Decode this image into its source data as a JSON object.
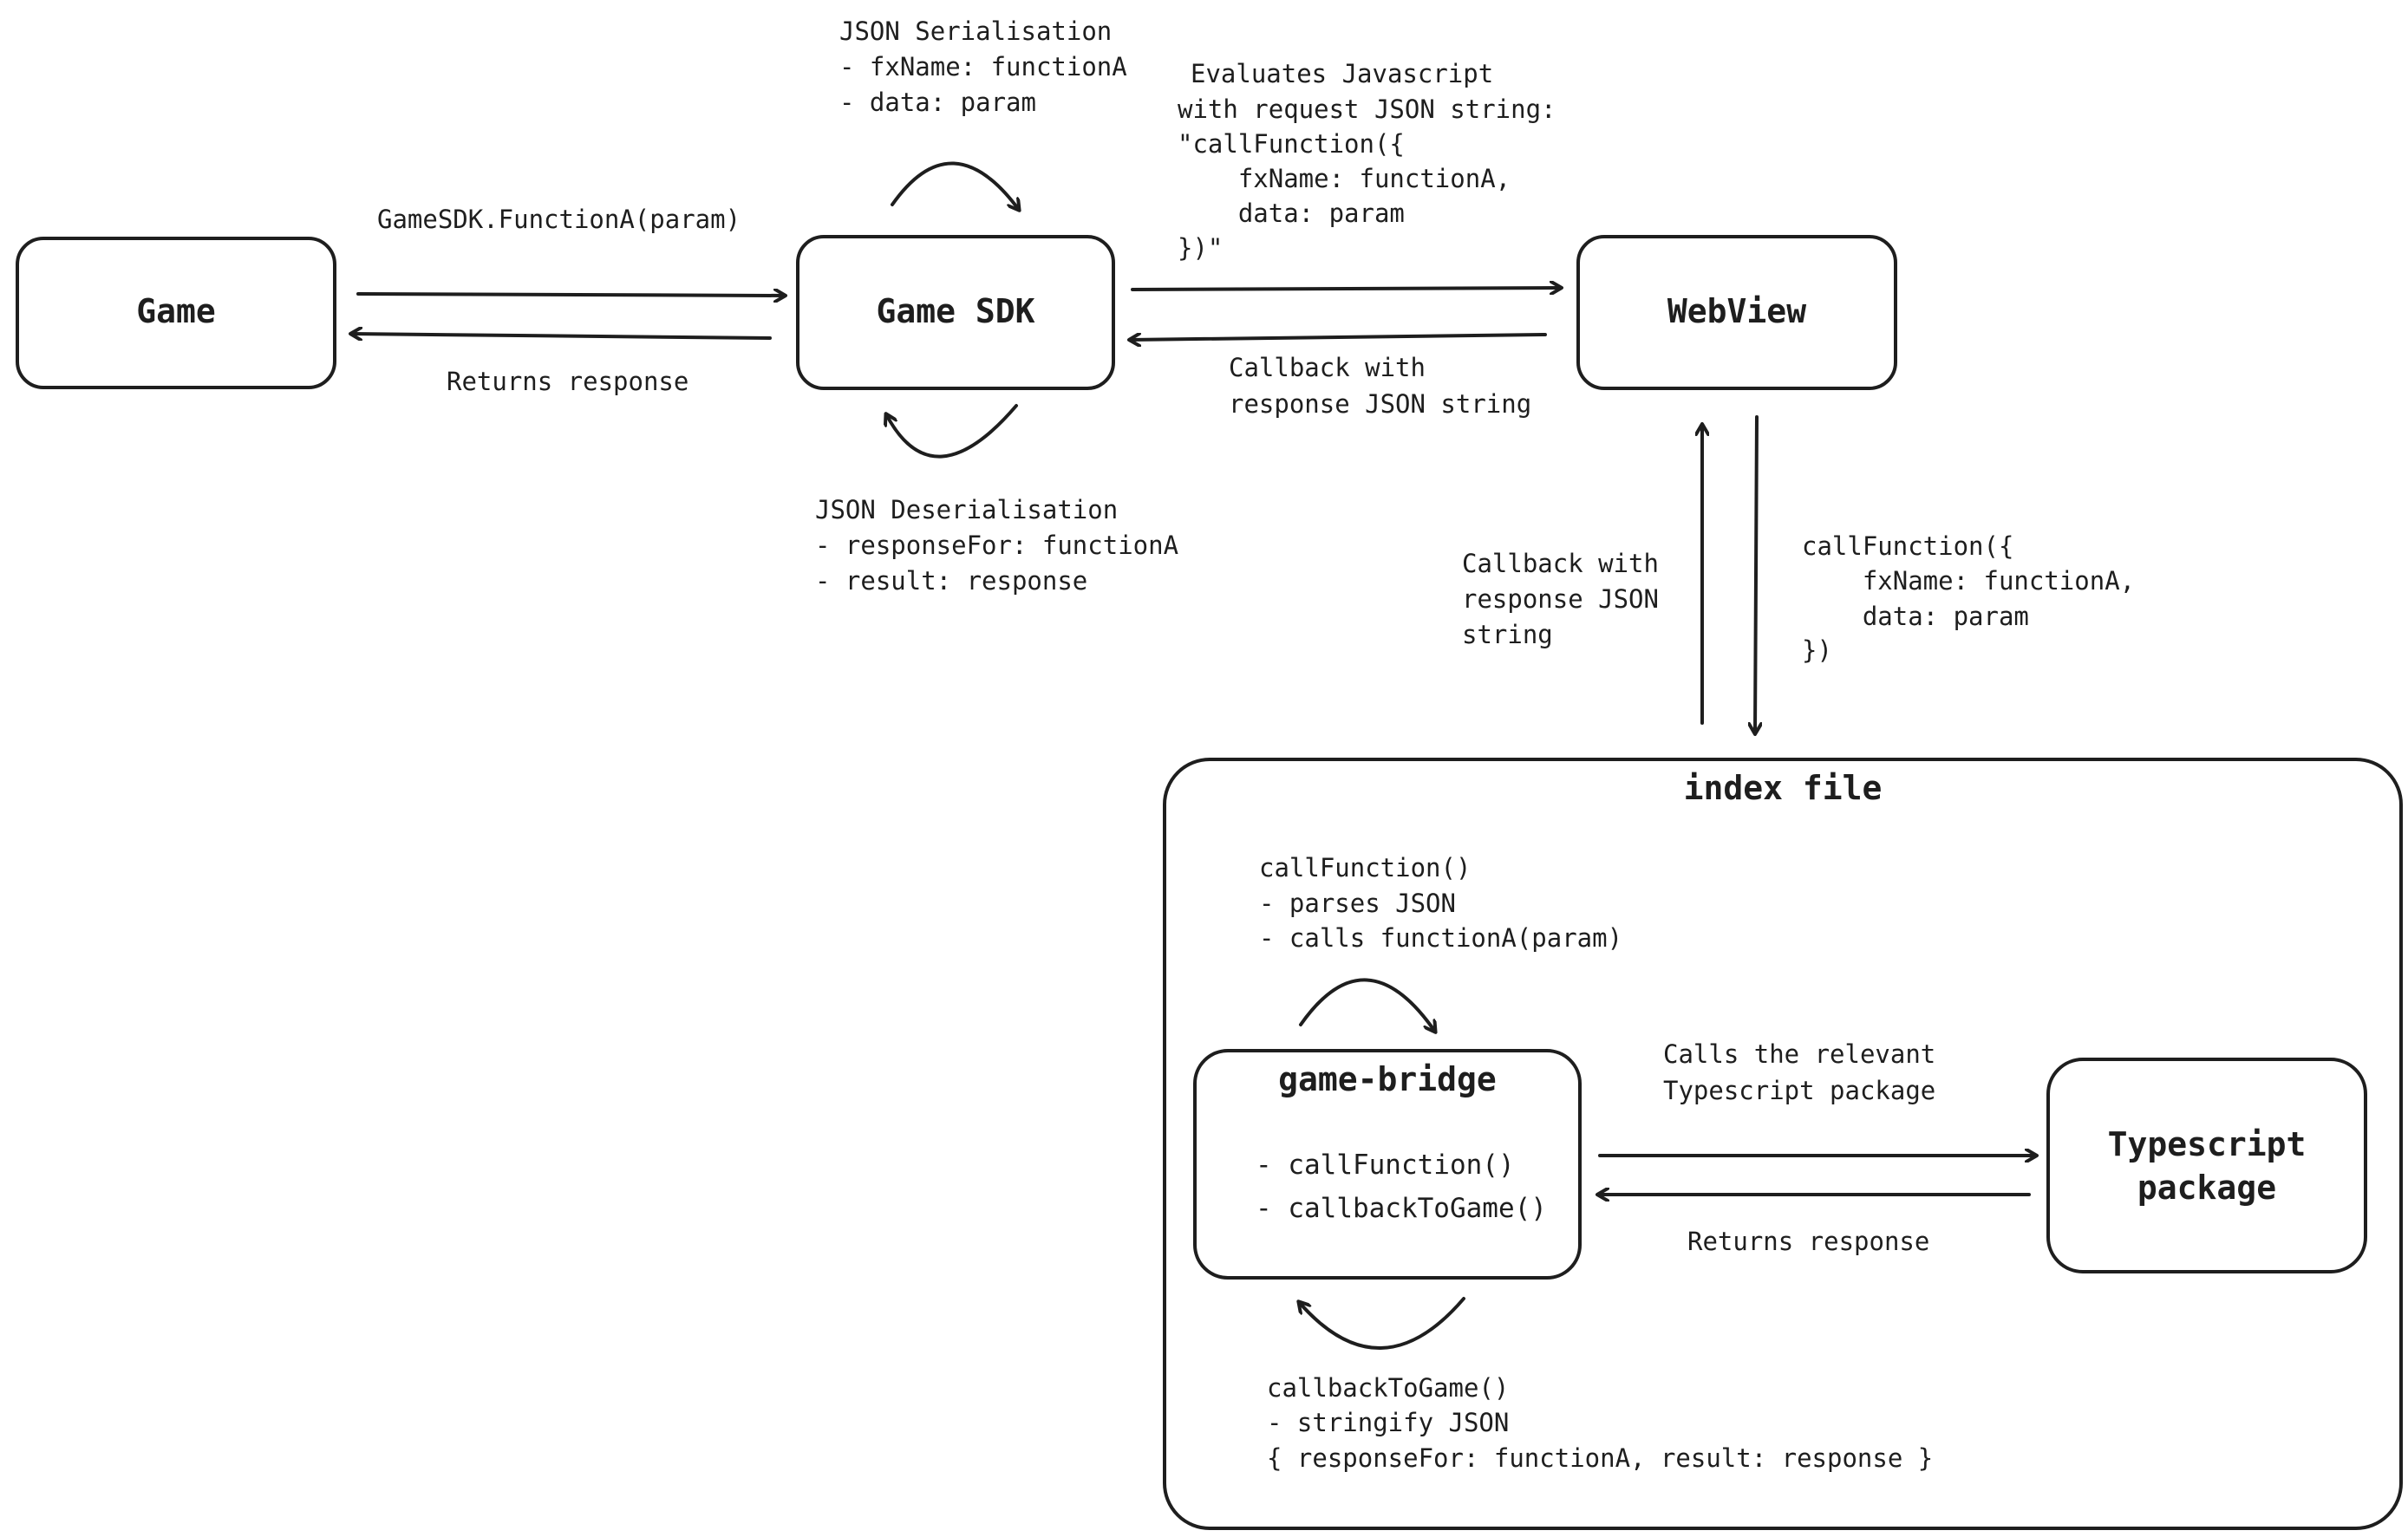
{
  "nodes": {
    "game": "Game",
    "game_sdk": "Game SDK",
    "webview": "WebView",
    "index_file": "index file",
    "game_bridge": {
      "title": "game-bridge",
      "methods": [
        "- callFunction()",
        "- callbackToGame()"
      ]
    },
    "ts_package": [
      "Typescript",
      "package"
    ]
  },
  "edges": {
    "game_to_sdk": "GameSDK.FunctionA(param)",
    "sdk_to_game": "Returns response",
    "sdk_to_webview": [
      "Evaluates Javascript",
      "with request JSON string:",
      "\"callFunction({",
      "    fxName: functionA,",
      "    data: param",
      "})\""
    ],
    "webview_to_sdk": [
      "Callback with",
      "response JSON string"
    ],
    "webview_to_index": [
      "callFunction({",
      "    fxName: functionA,",
      "    data: param",
      "})"
    ],
    "index_to_webview": [
      "Callback with",
      "response JSON",
      "string"
    ],
    "bridge_to_ts": [
      "Calls the relevant",
      "Typescript package"
    ],
    "ts_to_bridge": "Returns response"
  },
  "loops": {
    "sdk_serialise": [
      "JSON Serialisation",
      "- fxName: functionA",
      "- data: param"
    ],
    "sdk_deserialise": [
      "JSON Deserialisation",
      "- responseFor: functionA",
      "- result: response"
    ],
    "bridge_call": [
      "callFunction()",
      "- parses JSON",
      "- calls functionA(param)"
    ],
    "bridge_callback": [
      "callbackToGame()",
      "- stringify JSON",
      "{ responseFor: functionA, result: response }"
    ]
  }
}
